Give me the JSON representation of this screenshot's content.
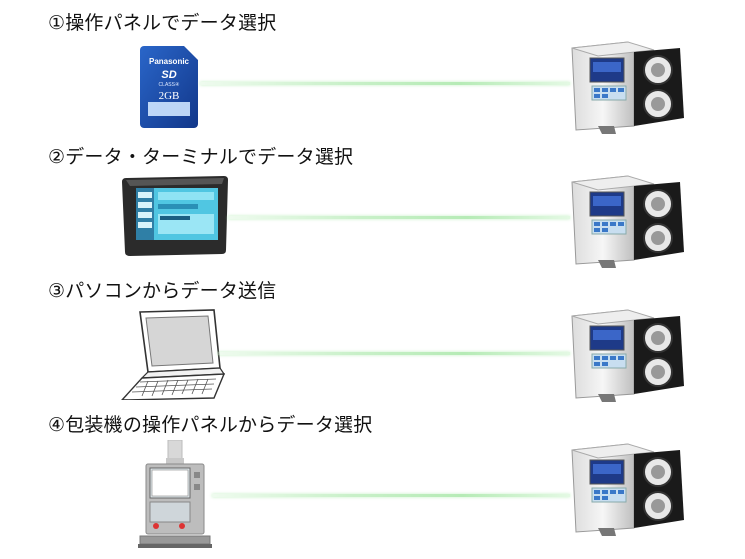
{
  "rows": [
    {
      "title": "①操作パネルでデータ選択",
      "source_icon": "sd-card-icon",
      "target_icon": "printer-unit-icon"
    },
    {
      "title": "②データ・ターミナルでデータ選択",
      "source_icon": "data-terminal-icon",
      "target_icon": "printer-unit-icon"
    },
    {
      "title": "③パソコンからデータ送信",
      "source_icon": "laptop-icon",
      "target_icon": "printer-unit-icon"
    },
    {
      "title": "④包装機の操作パネルからデータ選択",
      "source_icon": "packaging-machine-panel-icon",
      "target_icon": "printer-unit-icon"
    }
  ],
  "sd_card": {
    "brand": "Panasonic",
    "logo": "SD",
    "class": "CLASS④",
    "capacity": "2GB"
  },
  "colors": {
    "beam": "#b8ecb8",
    "sd_blue": "#1d4fa8",
    "terminal_screen": "#5fd0ea"
  }
}
